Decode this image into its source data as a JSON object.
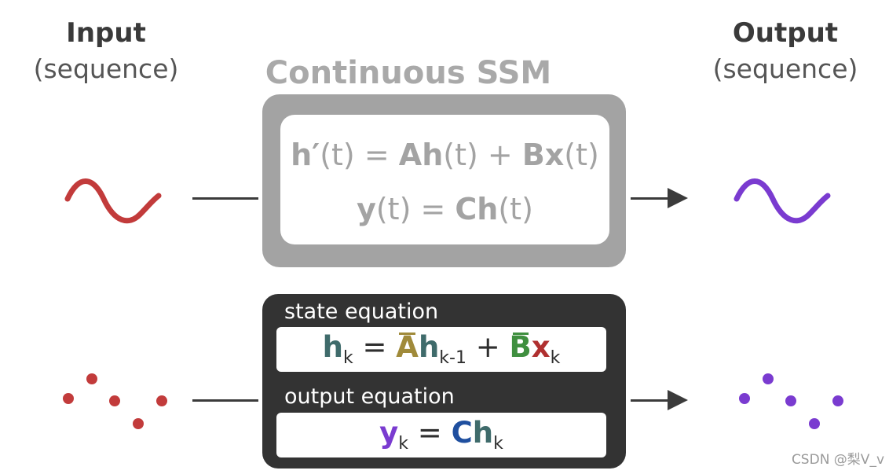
{
  "input": {
    "title": "Input",
    "subtitle": "(sequence)"
  },
  "output": {
    "title": "Output",
    "subtitle": "(sequence)"
  },
  "continuous": {
    "title": "Continuous SSM",
    "eq1": {
      "h": "h′",
      "t1": "(t) = ",
      "A": "A",
      "h2": "h",
      "t2": "(t) + ",
      "B": "B",
      "x": "x",
      "t3": "(t)"
    },
    "eq2": {
      "y": "y",
      "t1": "(t) = ",
      "C": "C",
      "h": "h",
      "t2": "(t)"
    }
  },
  "discrete": {
    "state_label": "state equation",
    "output_label": "output equation",
    "state_eq": {
      "h": "h",
      "k": "k",
      "eq": " = ",
      "A": "A",
      "h2": "h",
      "km1": "k-1",
      "plus": " + ",
      "B": "B",
      "x": "x",
      "k2": "k"
    },
    "output_eq": {
      "y": "y",
      "k": "k",
      "eq": " = ",
      "C": "C",
      "h": "h",
      "k2": "k"
    }
  },
  "colors": {
    "input_signal": "#c23b3b",
    "output_signal": "#7a3bd0",
    "h": "#3f6b6b",
    "A_bar": "#a08a3a",
    "B_bar": "#3f8f3f",
    "x": "#b03030",
    "y": "#7a3bd0",
    "C": "#1f4f9f"
  },
  "watermark": "CSDN @梨V_v"
}
